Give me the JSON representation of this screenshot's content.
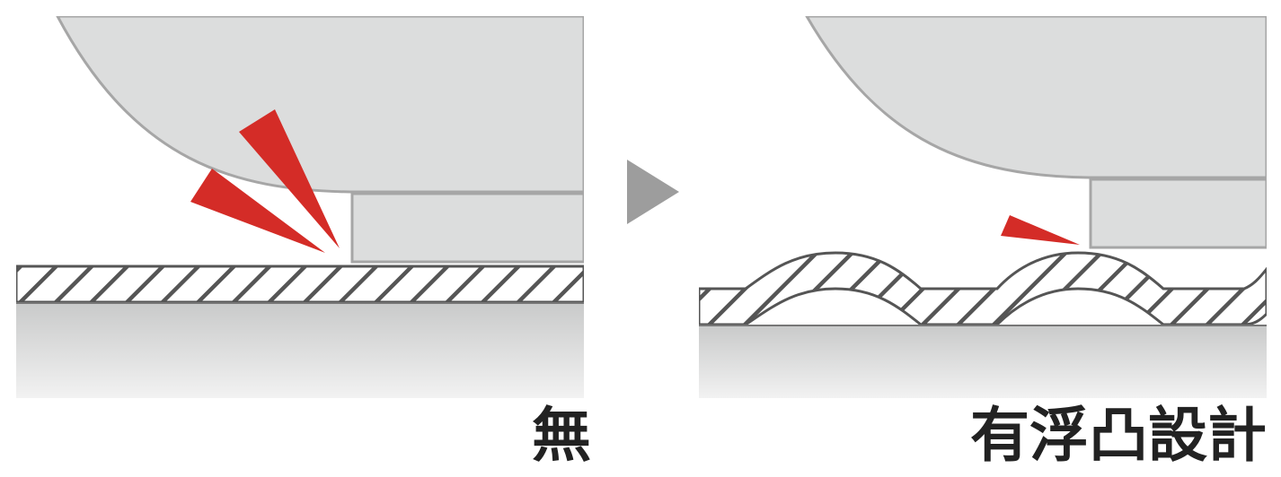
{
  "panels": [
    {
      "id": "without",
      "caption": "無"
    },
    {
      "id": "with",
      "caption": "有浮凸設計"
    }
  ],
  "colors": {
    "shape_fill": "#dcdddd",
    "outline": "#a6a6a6",
    "layer_stroke": "#555555",
    "accent": "#d42c27",
    "arrow": "#9d9d9d",
    "caption": "#222222"
  },
  "icons": {
    "arrow": "right-triangle-arrow-icon",
    "contact": "red-wedge-icon"
  }
}
